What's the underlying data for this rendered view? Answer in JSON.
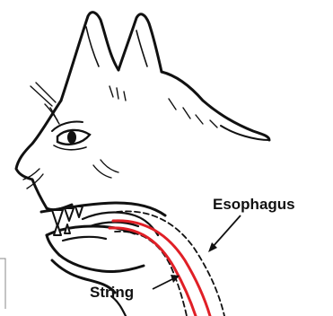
{
  "labels": {
    "esophagus": "Esophagus",
    "string": "String"
  },
  "colors": {
    "ink": "#111111",
    "string": "#e01f26",
    "background": "#ffffff"
  },
  "icons": [
    "cat-outline-illustration"
  ]
}
